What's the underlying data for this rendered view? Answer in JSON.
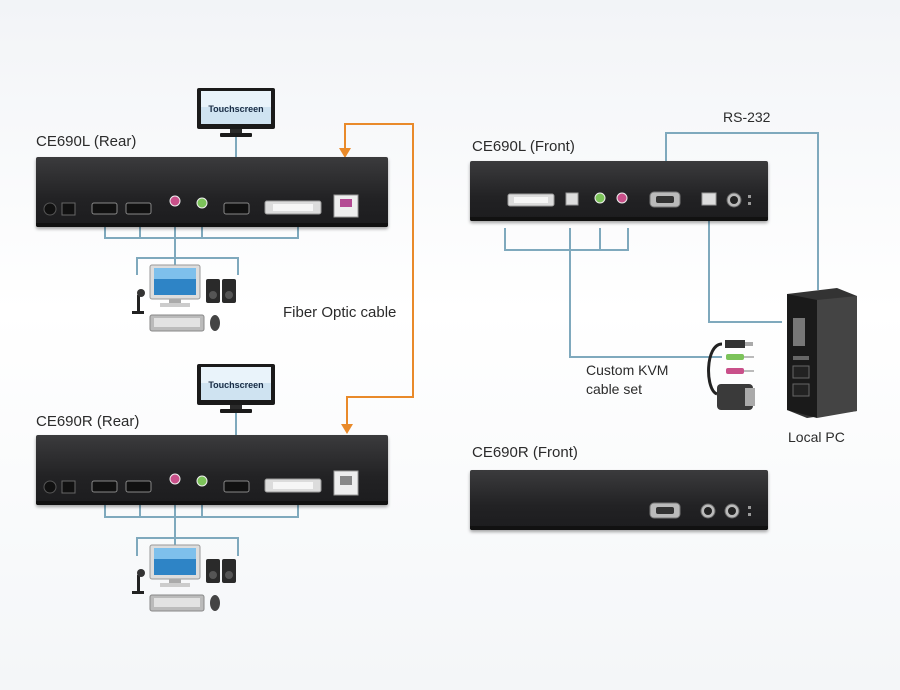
{
  "labels": {
    "ce690l_rear": "CE690L (Rear)",
    "ce690r_rear": "CE690R (Rear)",
    "ce690l_front": "CE690L (Front)",
    "ce690r_front": "CE690R (Front)",
    "rs232": "RS-232",
    "fiber_optic": "Fiber Optic cable",
    "custom_kvm_line1": "Custom KVM",
    "custom_kvm_line2": "cable set",
    "local_pc": "Local PC"
  },
  "monitors": {
    "top_text": "Touchscreen",
    "bottom_text": "Touchscreen"
  },
  "colors": {
    "device_body": "#222224",
    "cable_blue": "#7fa9bd",
    "cable_orange": "#e98a2a",
    "label_text": "#2b2b2b"
  },
  "icons": [
    "touchscreen-monitor-icon",
    "desktop-pc-icon",
    "microphone-icon",
    "speakers-icon",
    "keyboard-icon",
    "mouse-icon",
    "tower-pc-icon",
    "kvm-cable-connectors-icon"
  ]
}
